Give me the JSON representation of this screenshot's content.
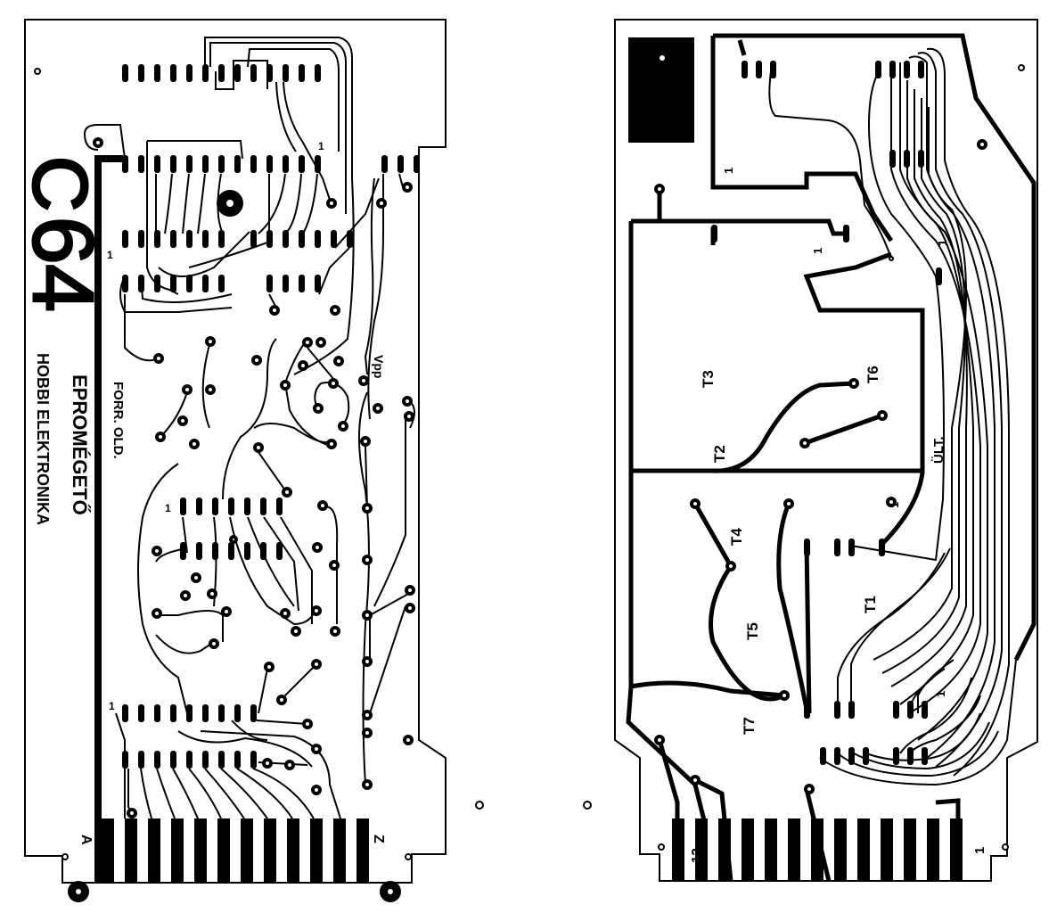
{
  "left_board": {
    "logo_c": "C",
    "logo_64": "64",
    "title": "EPROMÉGETŐ",
    "publisher": "HOBBI ELEKTRONIKA",
    "side_label": "FORR. OLD.",
    "vpp_label": "Vpp",
    "pin1_marker": "1",
    "edge_a": "A",
    "edge_z": "Z"
  },
  "right_board": {
    "t1": "T1",
    "t2": "T2",
    "t3": "T3",
    "t4": "T4",
    "t5": "T5",
    "t6": "T6",
    "t7": "T7",
    "ult_label": "ÜLT.",
    "pin1_marker": "1",
    "edge_12": "12",
    "edge_1": "1"
  }
}
